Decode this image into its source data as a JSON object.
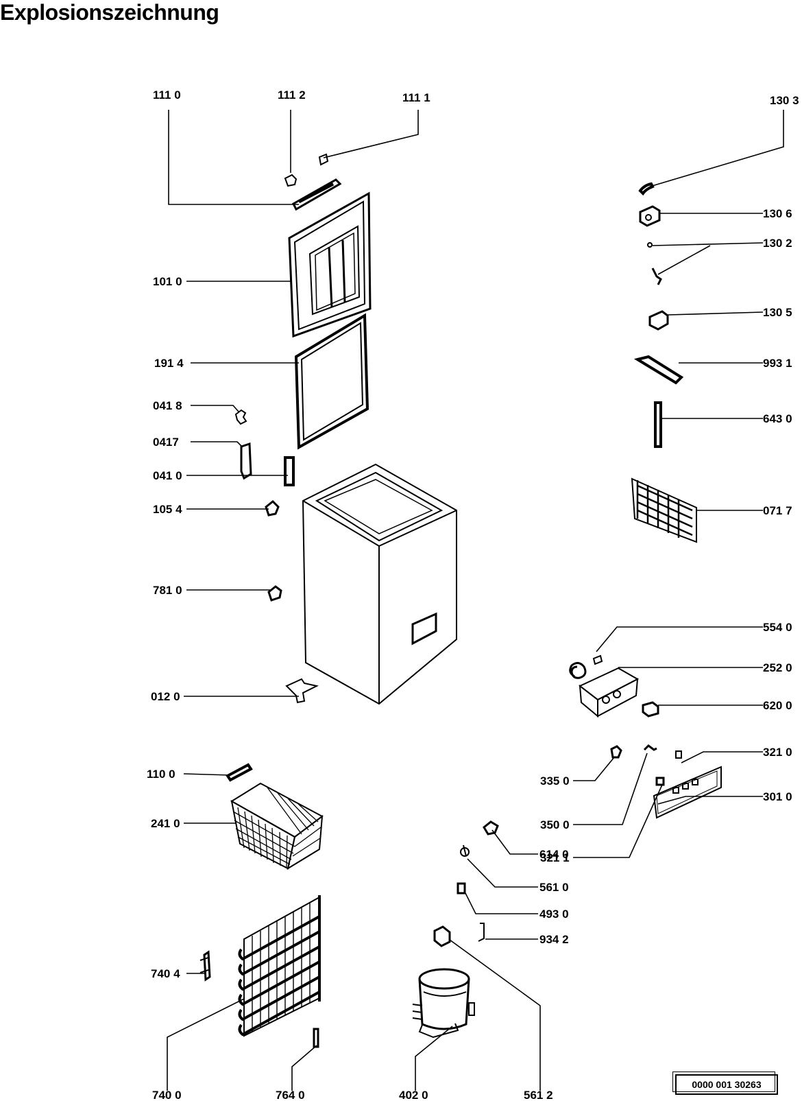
{
  "title": "Explosionszeichnung",
  "document_number": "0000 001 30263",
  "colors": {
    "ink": "#000000",
    "paper": "#ffffff"
  },
  "parts": [
    {
      "id": "p1110",
      "label": "111 0"
    },
    {
      "id": "p1112",
      "label": "111 2"
    },
    {
      "id": "p1111",
      "label": "111 1"
    },
    {
      "id": "p1303",
      "label": "130 3"
    },
    {
      "id": "p1306",
      "label": "130 6"
    },
    {
      "id": "p1302",
      "label": "130 2"
    },
    {
      "id": "p1305",
      "label": "130 5"
    },
    {
      "id": "p1010",
      "label": "101 0"
    },
    {
      "id": "p1914",
      "label": "191 4"
    },
    {
      "id": "p9931",
      "label": "993 1"
    },
    {
      "id": "p0418",
      "label": "041 8"
    },
    {
      "id": "p0417",
      "label": "0417"
    },
    {
      "id": "p6430",
      "label": "643 0"
    },
    {
      "id": "p0410",
      "label": "041 0"
    },
    {
      "id": "p1054",
      "label": "105 4"
    },
    {
      "id": "p0717",
      "label": "071 7"
    },
    {
      "id": "p7810",
      "label": "781 0"
    },
    {
      "id": "p5540",
      "label": "554 0"
    },
    {
      "id": "p2520",
      "label": "252 0"
    },
    {
      "id": "p0120",
      "label": "012 0"
    },
    {
      "id": "p6200",
      "label": "620 0"
    },
    {
      "id": "p3210",
      "label": "321 0"
    },
    {
      "id": "p3350",
      "label": "335 0"
    },
    {
      "id": "p1100",
      "label": "110 0"
    },
    {
      "id": "p3500",
      "label": "350 0"
    },
    {
      "id": "p3010",
      "label": "301 0"
    },
    {
      "id": "p2410",
      "label": "241 0"
    },
    {
      "id": "p3211",
      "label": "321 1"
    },
    {
      "id": "p6140",
      "label": "614 0"
    },
    {
      "id": "p5610",
      "label": "561 0"
    },
    {
      "id": "p4930",
      "label": "493 0"
    },
    {
      "id": "p9342",
      "label": "934 2"
    },
    {
      "id": "p7404",
      "label": "740 4"
    },
    {
      "id": "p7400",
      "label": "740 0"
    },
    {
      "id": "p7640",
      "label": "764 0"
    },
    {
      "id": "p4020",
      "label": "402 0"
    },
    {
      "id": "p5612",
      "label": "561 2"
    }
  ]
}
